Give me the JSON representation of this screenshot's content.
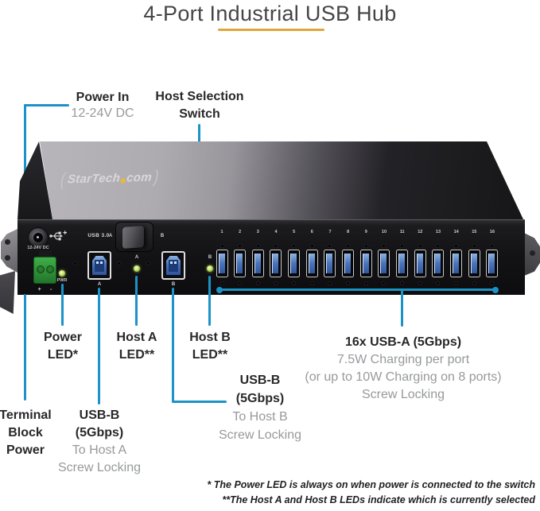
{
  "title": "4-Port Industrial USB Hub",
  "colors": {
    "accent": "#1C93C6",
    "underline": "#DFA63A",
    "led_green": "#B5D64C",
    "usb_blue": "#4A74BA",
    "terminal_green": "#36A23E"
  },
  "callouts": {
    "power_in": {
      "label": "Power In",
      "sublabel": "12-24V DC"
    },
    "host_selection": {
      "line1": "Host Selection",
      "line2": "Switch"
    },
    "power_led": {
      "line1": "Power",
      "line2": "LED*"
    },
    "host_a_led": {
      "line1": "Host A",
      "line2": "LED**"
    },
    "host_b_led": {
      "line1": "Host B",
      "line2": "LED**"
    },
    "usb_b_host_b": {
      "line1": "USB-B",
      "line2": "(5Gbps)",
      "sub1": "To Host B",
      "sub2": "Screw Locking"
    },
    "usb_a_ports": {
      "line1": "16x USB-A (5Gbps)",
      "sub1": "7.5W Charging per port",
      "sub2": "(or up to 10W Charging on 8 ports)",
      "sub3": "Screw Locking"
    },
    "terminal_block": {
      "line1": "Terminal",
      "line2": "Block",
      "line3": "Power"
    },
    "usb_b_host_a": {
      "line1": "USB-B",
      "line2": "(5Gbps)",
      "sub1": "To Host A",
      "sub2": "Screw Locking"
    }
  },
  "device": {
    "logo": {
      "paren_open": "(",
      "name_part1": "StarTech",
      "name_part2": "com",
      "paren_close": ")"
    },
    "panel": {
      "dc_jack_label": "12-24V DC",
      "usb_standard_label": "USB 3.0",
      "switch_side_a": "A",
      "switch_side_b": "B",
      "pwr_led_label": "PWR",
      "terminal_plus": "+",
      "terminal_minus": "-",
      "usb_b_port_a_label": "A",
      "usb_b_port_b_label": "B",
      "host_a_led_label": "A",
      "host_b_led_label": "B",
      "port_numbers": [
        "1",
        "2",
        "3",
        "4",
        "5",
        "6",
        "7",
        "8",
        "9",
        "10",
        "11",
        "12",
        "13",
        "14",
        "15",
        "16"
      ]
    }
  },
  "footnotes": {
    "line1": "* The Power LED is always on when power is connected to the switch",
    "line2": "**The Host A and Host B LEDs indicate which is currently selected"
  }
}
